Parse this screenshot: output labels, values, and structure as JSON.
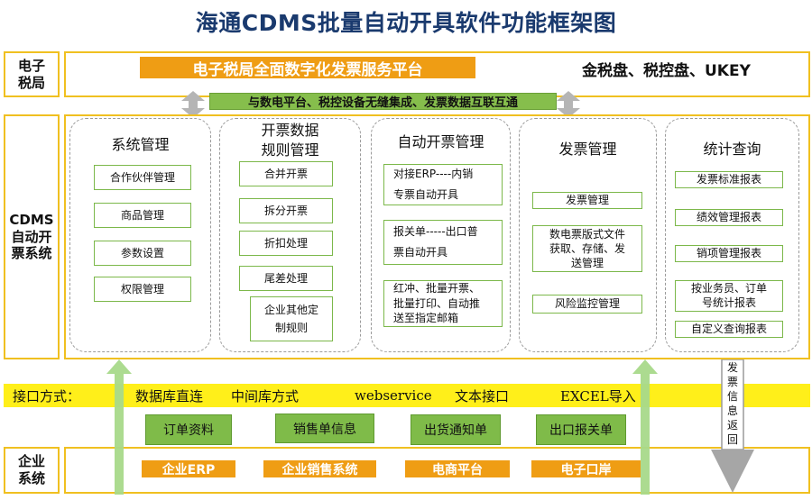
{
  "title": "海通CDMS批量自动开具软件功能框架图",
  "tax_bureau": {
    "label": "电子\n税局",
    "platform": "电子税局全面数字化发票服务平台",
    "devices": "金税盘、税控盘、UKEY"
  },
  "integration_bar": "与数电平台、税控设备无缝集成、发票数据互联互通",
  "cdms": {
    "label": "CDMS\n自动开\n票系统",
    "modules": [
      {
        "title": "系统管理",
        "items": [
          "合作伙伴管理",
          "商品管理",
          "参数设置",
          "权限管理"
        ]
      },
      {
        "title": "开票数据\n规则管理",
        "items": [
          "合并开票",
          "拆分开票",
          "折扣处理",
          "尾差处理",
          "企业其他定\n制规则"
        ]
      },
      {
        "title": "自动开票管理",
        "items": [
          "对接ERP----内销\n专票自动开具",
          "报关单-----出口普\n票自动开具",
          "红冲、批量开票、\n批量打印、自动推\n送至指定邮箱"
        ]
      },
      {
        "title": "发票管理",
        "items": [
          "发票管理",
          "数电票版式文件\n获取、存储、发\n送管理",
          "风险监控管理"
        ]
      },
      {
        "title": "统计查询",
        "items": [
          "发票标准报表",
          "绩效管理报表",
          "销项管理报表",
          "按业务员、订单\n号统计报表",
          "自定义查询报表"
        ]
      }
    ]
  },
  "interface": {
    "label": "接口方式：",
    "methods": [
      "数据库直连",
      "中间库方式",
      "webservice",
      "文本接口",
      "EXCEL导入"
    ]
  },
  "data_sources": [
    "订单资料",
    "销售单信息",
    "出货通知单",
    "出口报关单"
  ],
  "invoice_return": "发\n票\n信\n息\n返\n回",
  "enterprise": {
    "label": "企业\n系统",
    "systems": [
      "企业ERP",
      "企业销售系统",
      "电商平台",
      "电子口岸"
    ]
  },
  "colors": {
    "border": "#f0c020",
    "orange": "#ef9d14",
    "green": "#7fbb49",
    "yellow": "#ffef1a",
    "title": "#1a3a6e"
  }
}
